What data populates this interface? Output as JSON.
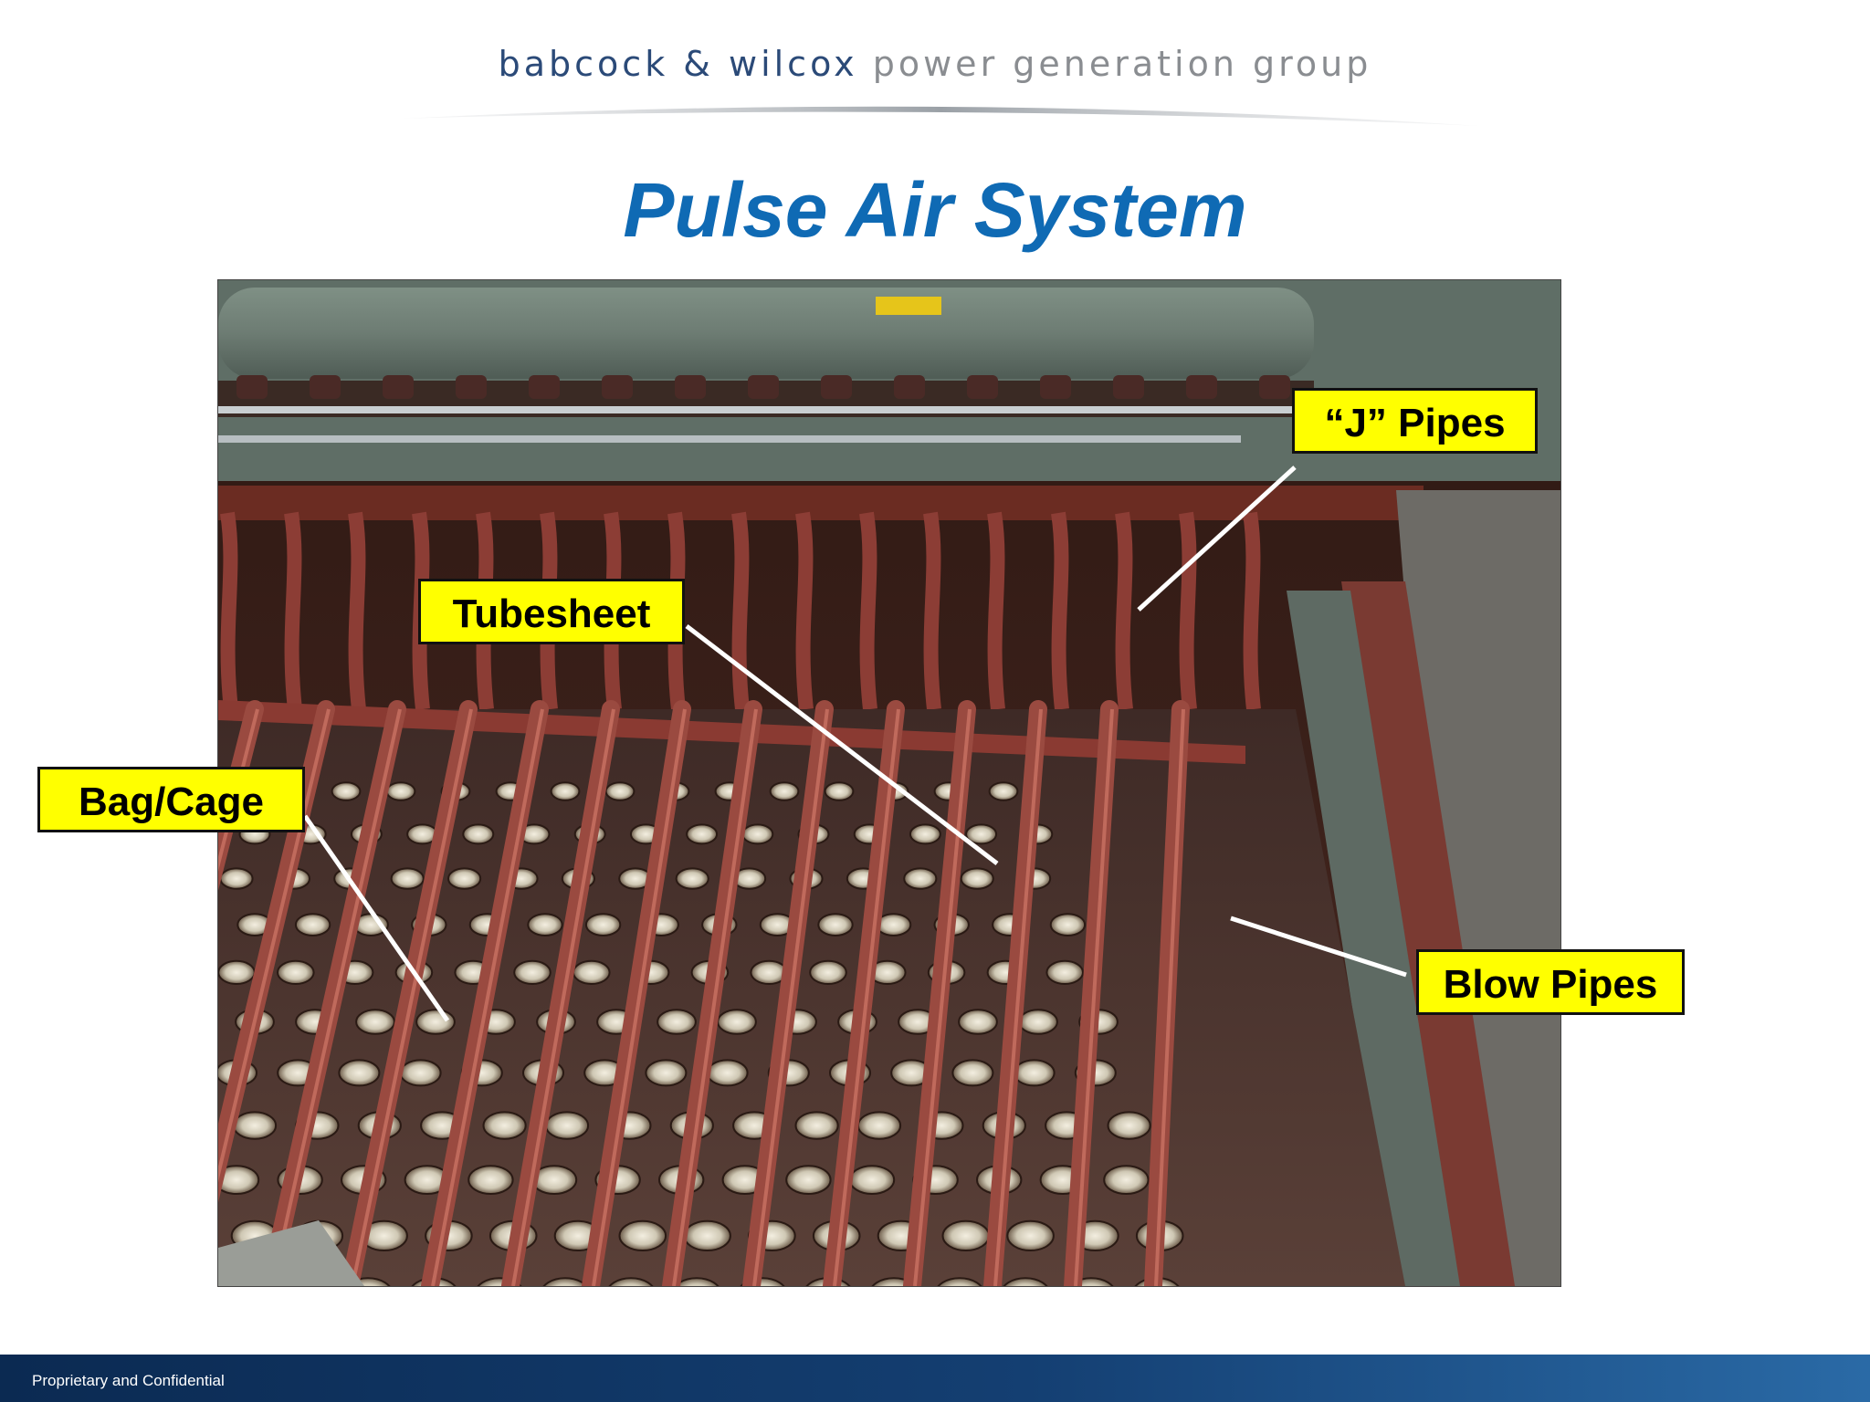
{
  "header": {
    "brand_strong": "babcock & wilcox",
    "brand_light": "power generation group"
  },
  "slide": {
    "title": "Pulse Air System"
  },
  "photo": {
    "description_icon": "baghouse-photo"
  },
  "callouts": {
    "j_pipes": "“J” Pipes",
    "tubesheet": "Tubesheet",
    "bag_cage": "Bag/Cage",
    "blow_pipes": "Blow Pipes"
  },
  "colors": {
    "title": "#0f6ab4",
    "callout_fill": "#ffff00",
    "footer": "#0b2a52"
  },
  "footer": {
    "text": "Proprietary and Confidential"
  }
}
